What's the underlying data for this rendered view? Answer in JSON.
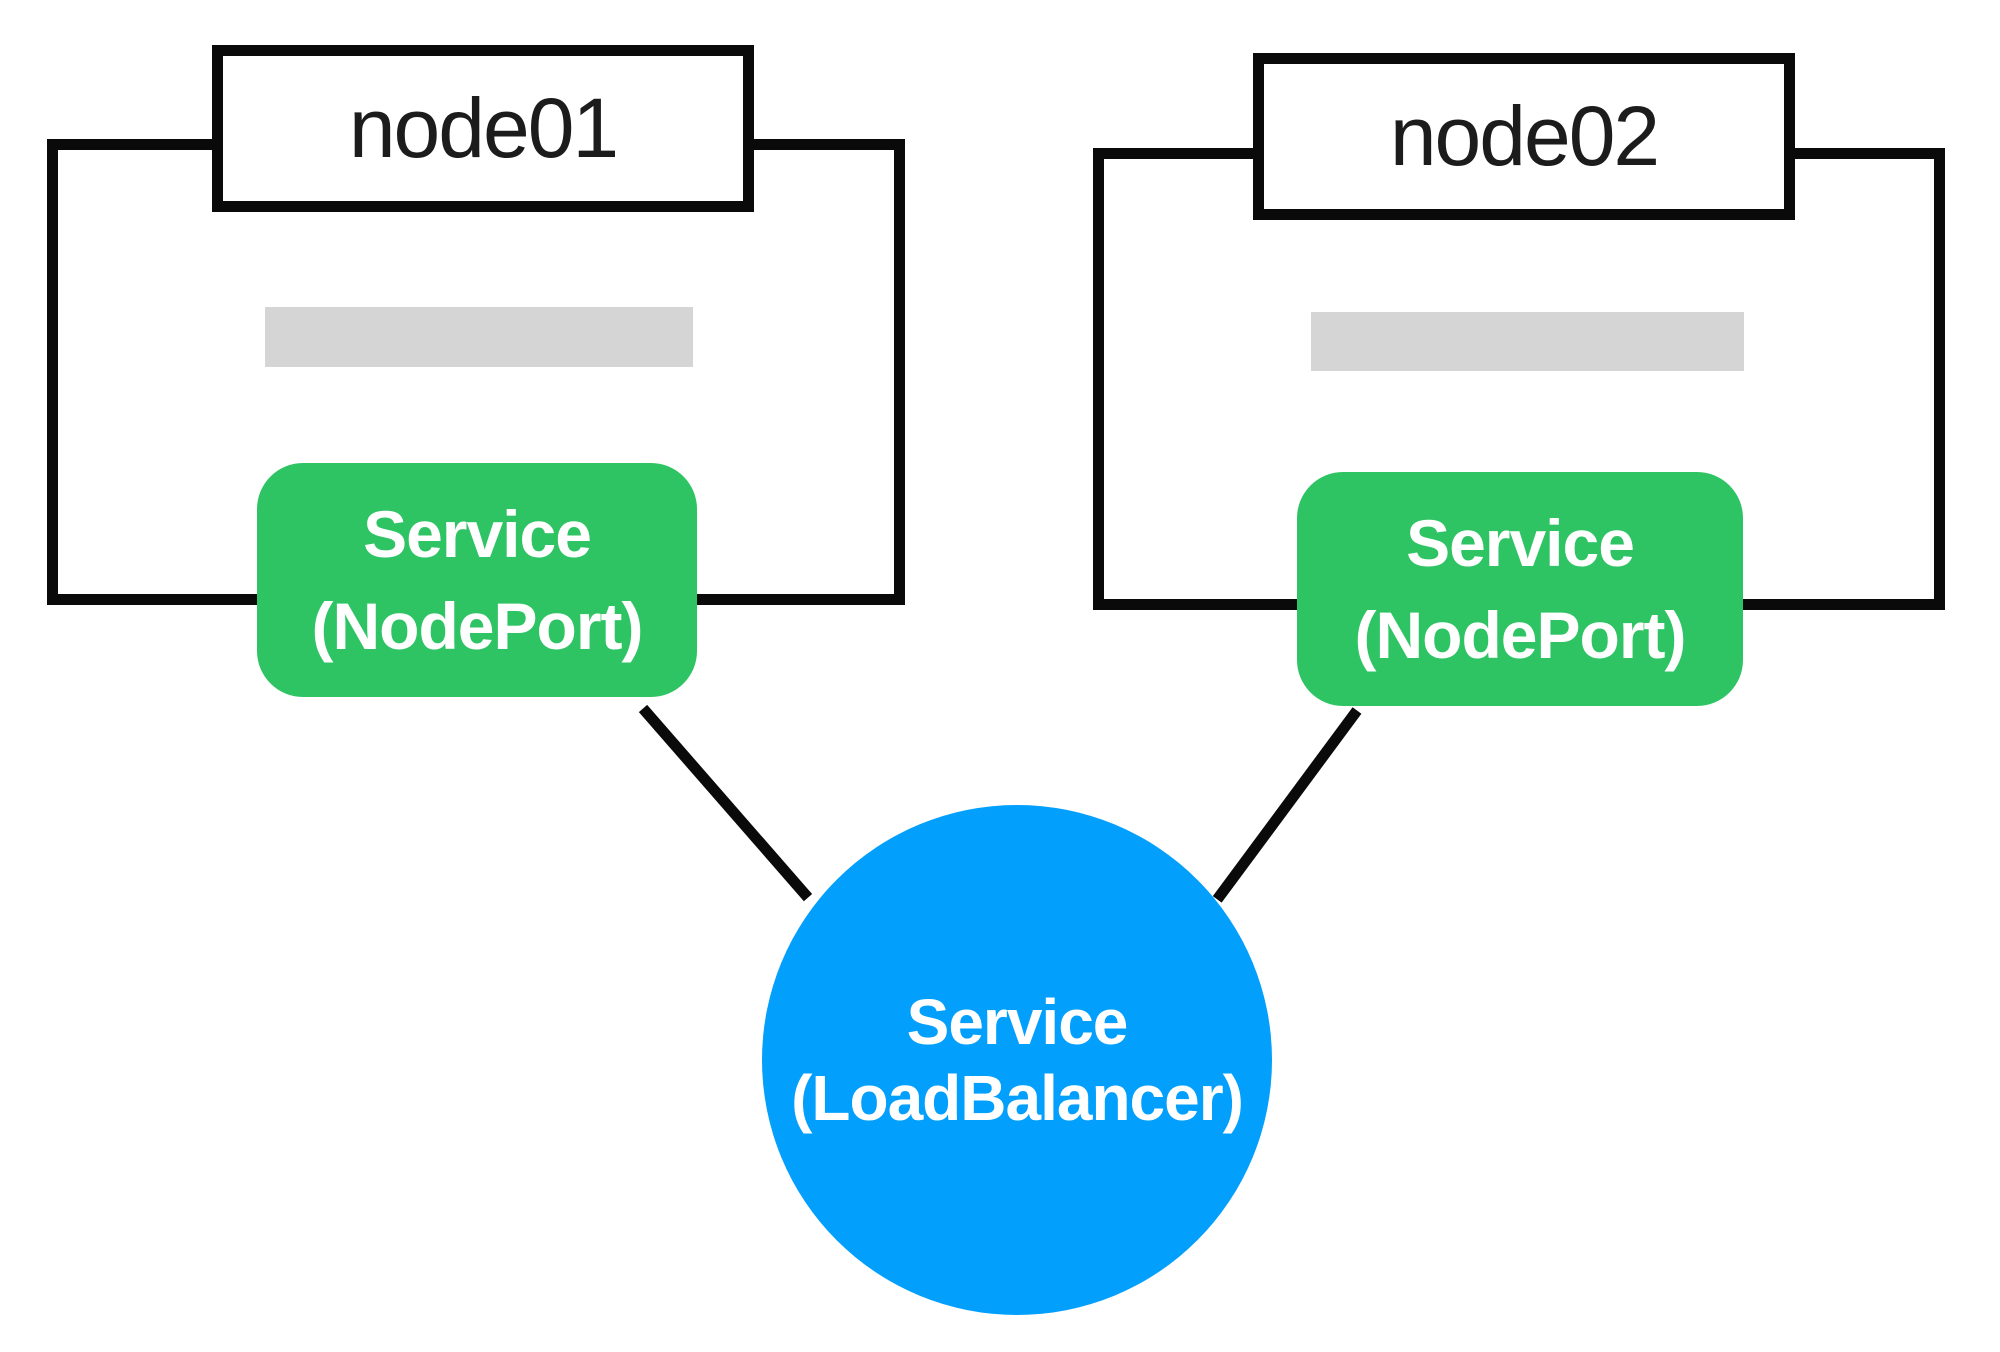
{
  "diagram": {
    "title_hint": "Kubernetes Service NodePort to LoadBalancer diagram",
    "colors": {
      "background": "#ffffff",
      "node_border": "#0a0a0a",
      "node_label_text": "#1c1c1c",
      "placeholder_bar": "#d5d5d5",
      "service_nodeport_fill": "#2ec464",
      "service_loadbalancer_fill": "#029ffc",
      "service_text": "#ffffff",
      "connector": "#0a0a0a"
    },
    "nodes": [
      {
        "title": "node01",
        "service": {
          "line1": "Service",
          "line2": "(NodePort)"
        }
      },
      {
        "title": "node02",
        "service": {
          "line1": "Service",
          "line2": "(NodePort)"
        }
      }
    ],
    "load_balancer": {
      "line1": "Service",
      "line2": "(LoadBalancer)"
    }
  }
}
